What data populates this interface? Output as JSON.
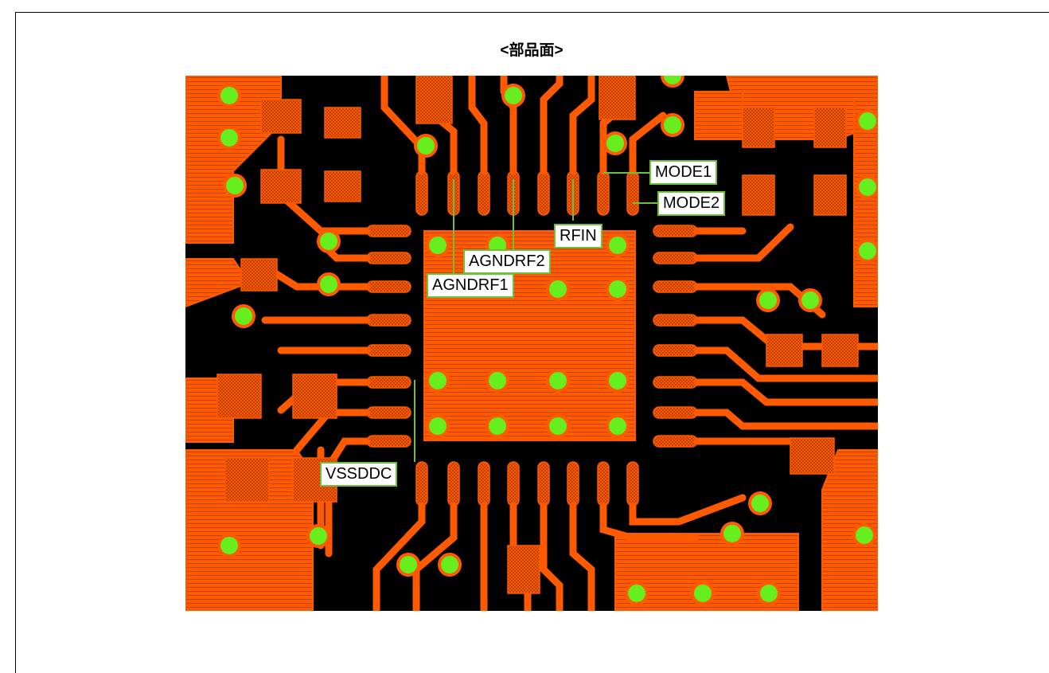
{
  "title": "<部品面>",
  "labels": {
    "mode1": "MODE1",
    "mode2": "MODE2",
    "rfin": "RFIN",
    "agndrf2": "AGNDRF2",
    "agndrf1": "AGNDRF1",
    "vssddc": "VSSDDC"
  },
  "colors": {
    "copper": "#ff5a00",
    "board": "#000000",
    "via": "#66ee1e",
    "leader": "#6fbf3a",
    "label_bg": "#ffffff"
  }
}
